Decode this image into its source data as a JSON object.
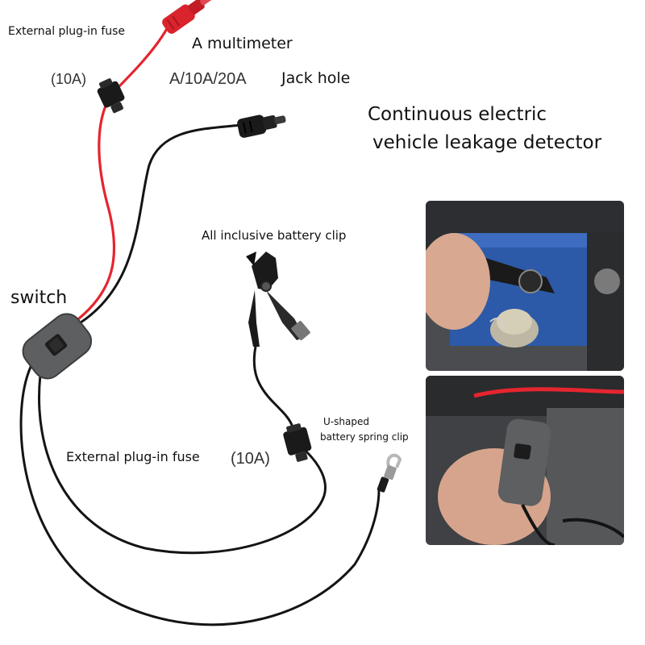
{
  "labels": {
    "fuse_top": "External plug-in fuse",
    "fuse_top_rating": "(10A)",
    "multimeter": "A multimeter",
    "multimeter_ranges": "A/10A/20A",
    "jack_hole": "Jack hole",
    "title_line1": "Continuous electric",
    "title_line2": "vehicle leakage detector",
    "battery_clip": "All inclusive battery clip",
    "switch": "switch",
    "u_clip_line1": "U-shaped",
    "u_clip_line2": "battery spring clip",
    "fuse_bottom": "External plug-in fuse",
    "fuse_bottom_rating": "(10A)"
  },
  "colors": {
    "red_wire": "#e5252f",
    "black_wire": "#141414",
    "red_probe": "#d9232d",
    "switch_body": "#5d5f61"
  }
}
